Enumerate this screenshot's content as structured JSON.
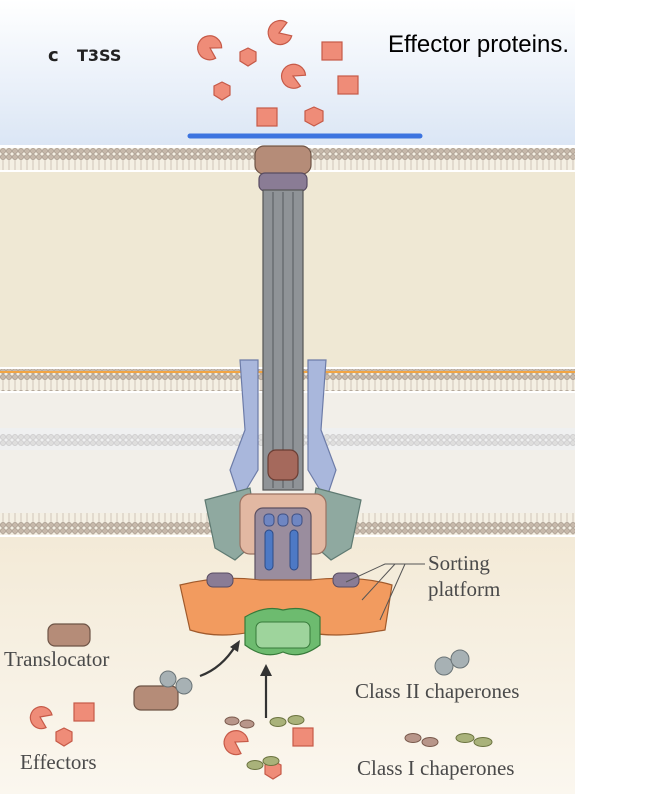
{
  "panel": {
    "letter": "c",
    "title": "T3SS"
  },
  "callout": "Effector proteins.",
  "labels": {
    "sorting_line1": "Sorting",
    "sorting_line2": "platform",
    "translocator": "Translocator",
    "effectors": "Effectors",
    "class2": "Class II chaperones",
    "class1": "Class I chaperones"
  },
  "colors": {
    "effector": "#ef8c78",
    "effector_stroke": "#c65a48",
    "translocator": "#b58c78",
    "chaperone_grey": "#a7b1b4",
    "chaperone_brown": "#b8968a",
    "chaperone_olive": "#a9b27a",
    "sorting_platform": "#f29b5f",
    "atpase": "#6dbb6f",
    "needle": "#8f9397",
    "ring_blue": "#a9b7dc",
    "ring_teal": "#8fa9a0",
    "membrane_tan": "#efe7d3",
    "host_sky": "#e3ecf7",
    "pore_blue": "#3c74e0"
  }
}
